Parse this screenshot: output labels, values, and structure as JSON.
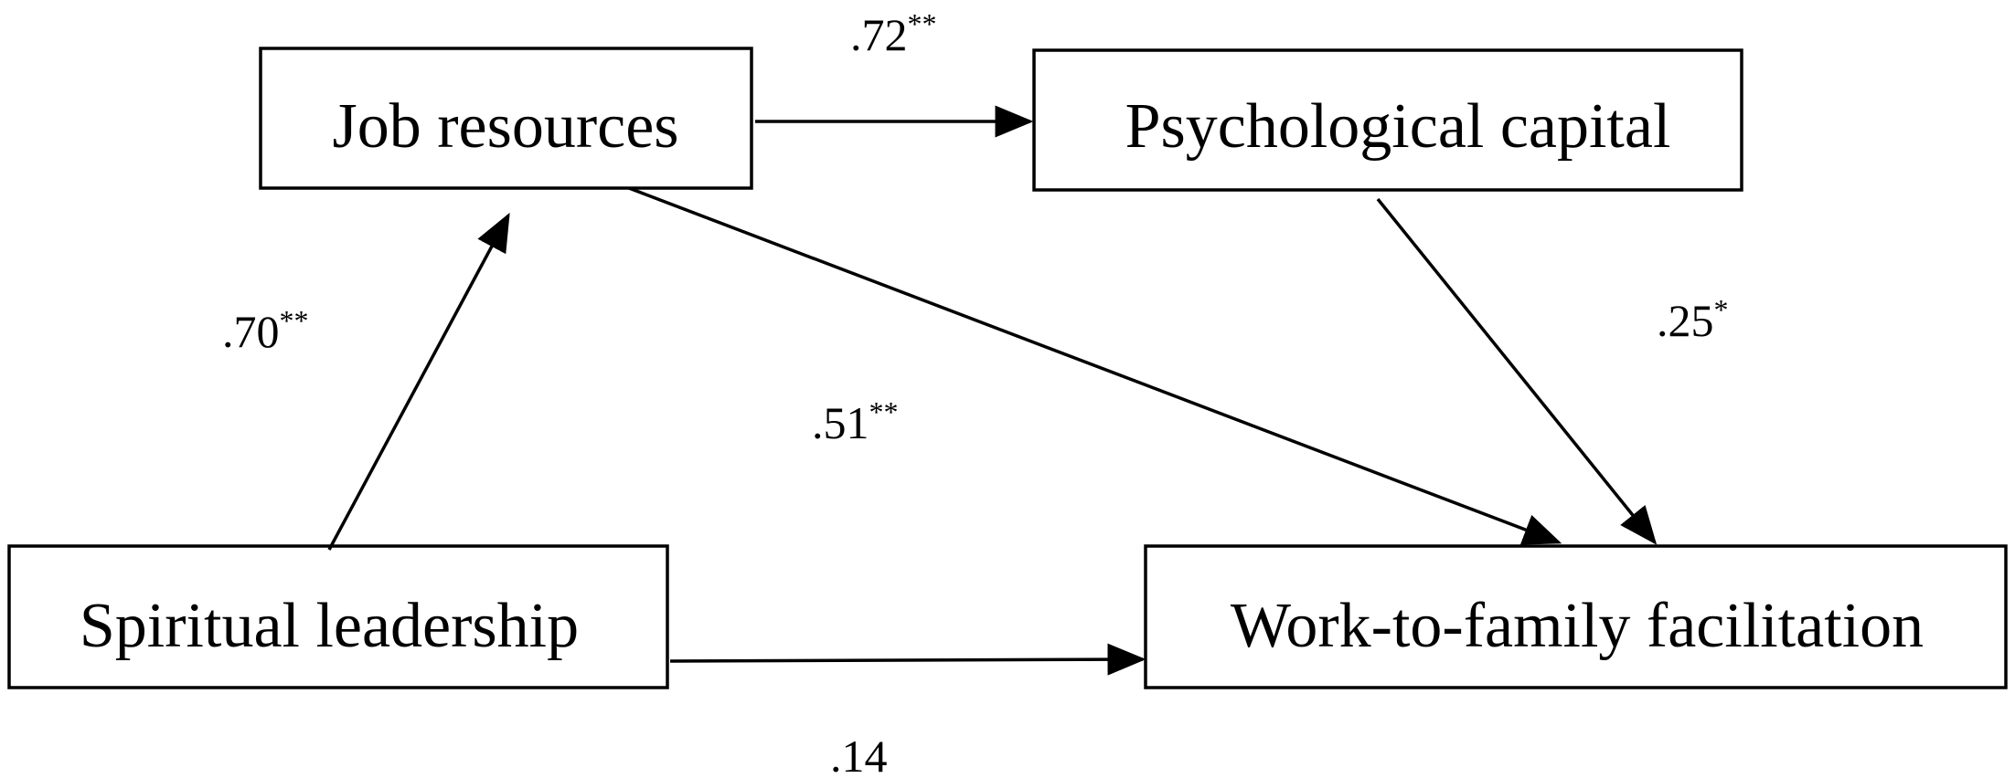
{
  "nodes": {
    "job_resources": "Job resources",
    "psychological_capital": "Psychological capital",
    "spiritual_leadership": "Spiritual leadership",
    "work_to_family": "Work-to-family facilitation"
  },
  "paths": {
    "job_to_psycap": {
      "coef": ".72",
      "sig": "**"
    },
    "spiritual_to_job": {
      "coef": ".70",
      "sig": "**"
    },
    "job_to_wff": {
      "coef": ".51",
      "sig": "**"
    },
    "psycap_to_wff": {
      "coef": ".25",
      "sig": "*"
    },
    "spiritual_to_wff": {
      "coef": ".14",
      "sig": ""
    }
  }
}
